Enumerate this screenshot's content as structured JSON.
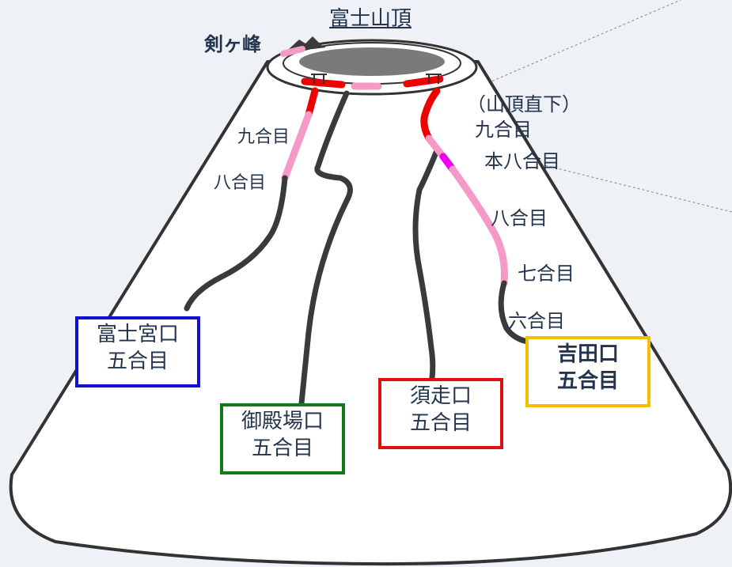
{
  "title": "富士山頂",
  "peak": "剣ヶ峰",
  "left_stations": [
    "九合目",
    "八合目"
  ],
  "right_stations": [
    "（山頂直下）",
    "九合目",
    "本八合目",
    "八合目",
    "七合目",
    "六合目"
  ],
  "trailheads": [
    {
      "name": "富士宮口",
      "sub": "五合目",
      "color": "#1010d0"
    },
    {
      "name": "御殿場口",
      "sub": "五合目",
      "color": "#137a1a"
    },
    {
      "name": "須走口",
      "sub": "五合目",
      "color": "#e01010"
    },
    {
      "name": "吉田口",
      "sub": "五合目",
      "color": "#f2c000"
    }
  ],
  "colors": {
    "background": "#eef1f6",
    "mountain": "#ffffff",
    "outline": "#3a3a3a",
    "crater": "#7a7a7a",
    "trail_red": "#ee0000",
    "trail_pink": "#f59ac8",
    "trail_magenta": "#ee00ee"
  }
}
